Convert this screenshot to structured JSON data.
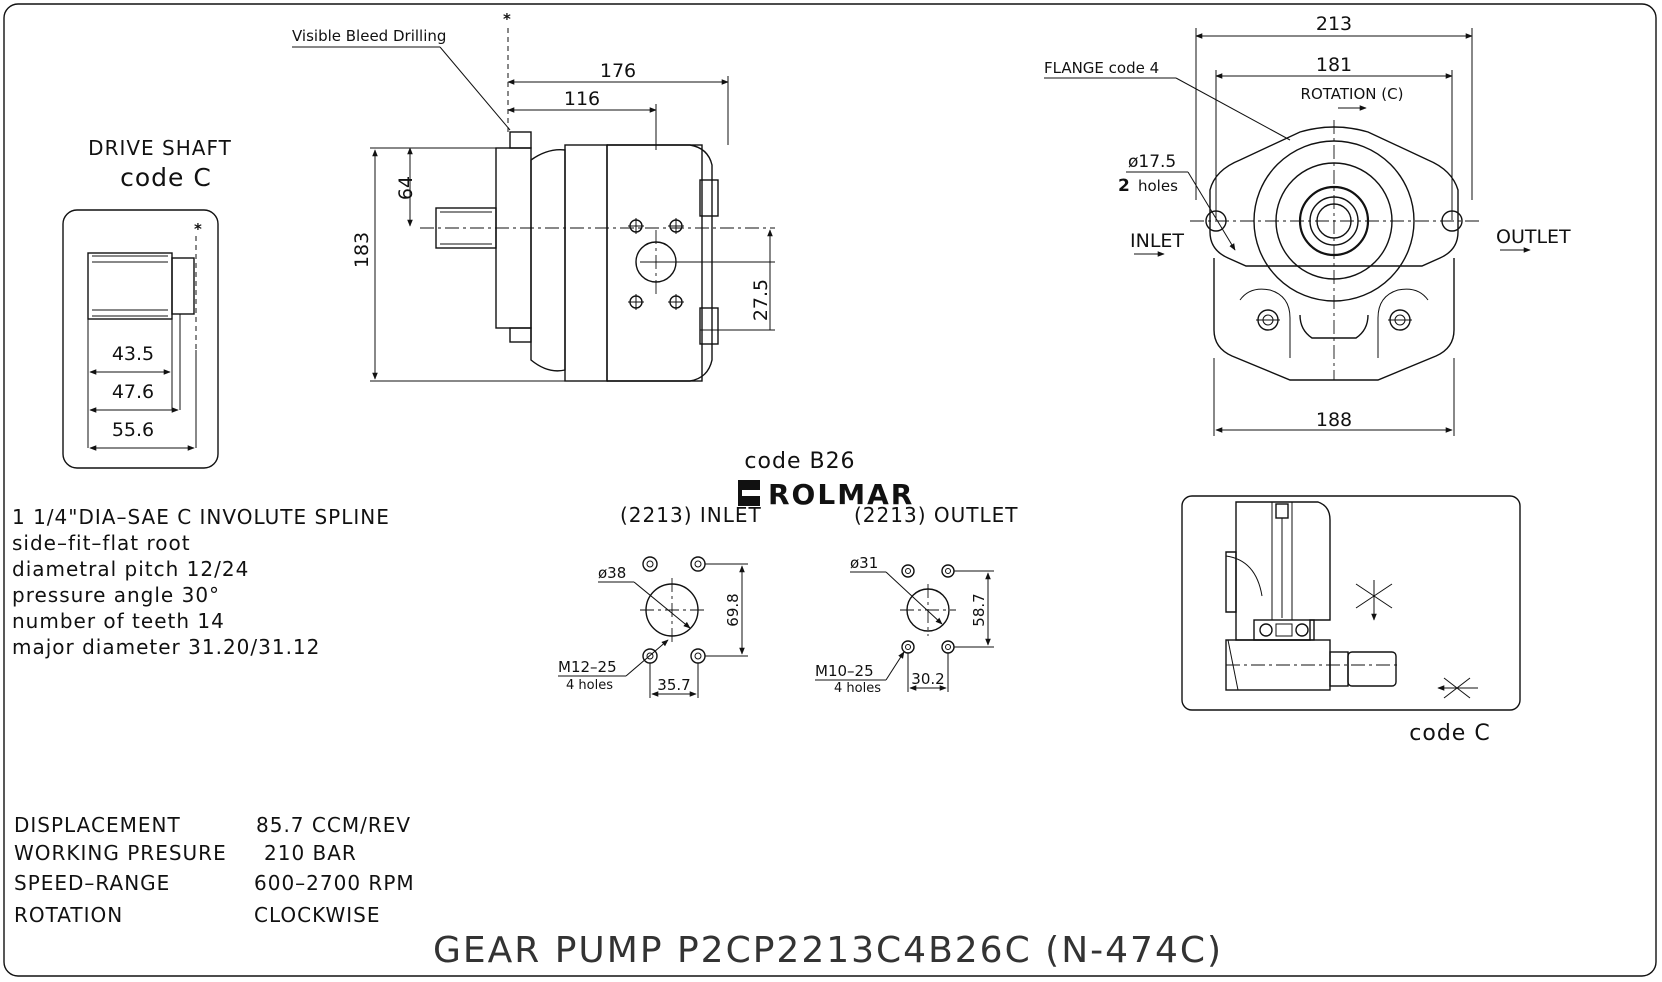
{
  "title": "GEAR PUMP   P2CP2213C4B26C (N-474C)",
  "brand": {
    "name": "ROLMAR"
  },
  "drive_shaft": {
    "heading_line1": "DRIVE SHAFT",
    "heading_line2": "code C",
    "dims": [
      "43.5",
      "47.6",
      "55.6"
    ],
    "marker": "*"
  },
  "side_view": {
    "bleed_label": "Visible Bleed Drilling",
    "marker": "*",
    "dims": {
      "overall_length": "176",
      "flange_to_center": "116",
      "height": "183",
      "shaft_offset": "64",
      "port_offset": "27.5"
    }
  },
  "front_view": {
    "flange_label": "FLANGE code 4",
    "rotation_label": "ROTATION (C)",
    "hole_dia": "ø17.5",
    "hole_count": "2",
    "hole_word": "holes",
    "inlet_label": "INLET",
    "outlet_label": "OUTLET",
    "dims": {
      "width_top": "213",
      "width_inner": "181",
      "width_bottom": "188"
    }
  },
  "spline_spec": [
    "1 1/4\"DIA–SAE C  INVOLUTE SPLINE",
    "side–fit–flat root",
    "diametral pitch  12/24",
    "pressure angle  30°",
    "number of teeth  14",
    "major diameter  31.20/31.12"
  ],
  "ports": {
    "code_label": "code B26",
    "inlet": {
      "label": "(2213) INLET",
      "bore": "ø38",
      "thread": "M12–25",
      "holes": "4 holes",
      "vertical": "69.8",
      "horizontal": "35.7"
    },
    "outlet": {
      "label": "(2213) OUTLET",
      "bore": "ø31",
      "thread": "M10–25",
      "holes": "4 holes",
      "vertical": "58.7",
      "horizontal": "30.2"
    }
  },
  "section_view": {
    "code_label": "code C"
  },
  "specs": [
    {
      "label": "DISPLACEMENT",
      "value": "85.7 CCM/REV"
    },
    {
      "label": "WORKING PRESURE",
      "value": "210 BAR"
    },
    {
      "label": "SPEED–RANGE",
      "value": "600–2700  RPM"
    },
    {
      "label": "ROTATION",
      "value": "CLOCKWISE"
    }
  ]
}
